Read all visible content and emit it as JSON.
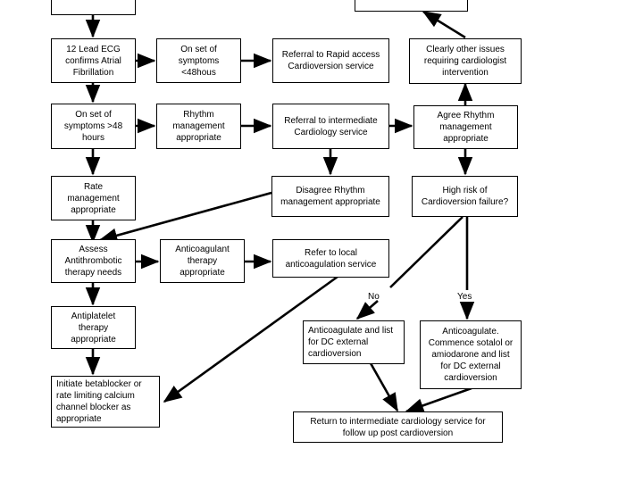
{
  "diagram": {
    "title": "Atrial Fibrillation management pathway flowchart",
    "line_color": "#000000",
    "box_fill": "#ffffff",
    "text_color": "#000000",
    "nodes": [
      {
        "id": "top_left_partial",
        "label": ""
      },
      {
        "id": "top_right_partial",
        "label": ""
      },
      {
        "id": "ecg",
        "label": "12 Lead ECG\nconfirms Atrial\nFibrillation"
      },
      {
        "id": "onset_lt48",
        "label": "On set of\nsymptoms\n<48hous"
      },
      {
        "id": "rapid_access",
        "label": "Referral to Rapid access\nCardioversion service"
      },
      {
        "id": "clearly_other",
        "label": "Clearly other issues\nrequiring cardiologist\nintervention"
      },
      {
        "id": "onset_gt48",
        "label": "On set of\nsymptoms >48\nhours"
      },
      {
        "id": "rhythm_mgmt",
        "label": "Rhythm\nmanagement\nappropriate"
      },
      {
        "id": "intermediate_cardiology",
        "label": "Referral to intermediate\nCardiology service"
      },
      {
        "id": "agree_rhythm",
        "label": "Agree Rhythm\nmanagement\nappropriate"
      },
      {
        "id": "rate_mgmt",
        "label": "Rate\nmanagement\nappropriate"
      },
      {
        "id": "disagree_rhythm",
        "label": "Disagree Rhythm\nmanagement appropriate"
      },
      {
        "id": "high_risk",
        "label": "High risk of\nCardioversion failure?"
      },
      {
        "id": "assess_antithrombotic",
        "label": "Assess\nAntithrombotic\ntherapy needs"
      },
      {
        "id": "anticoagulant_therapy",
        "label": "Anticoagulant\ntherapy\nappropriate"
      },
      {
        "id": "refer_local_anticoag",
        "label": "Refer to local\nanticoagulation service"
      },
      {
        "id": "antiplatelet",
        "label": "Antiplatelet\ntherapy\nappropriate"
      },
      {
        "id": "initiate_betablocker",
        "label": "Initiate betablocker or\nrate limiting calcium\nchannel blocker as\nappropriate"
      },
      {
        "id": "anticoag_list_dc",
        "label": "Anticoagulate and list\nfor DC external\ncardioversion"
      },
      {
        "id": "anticoag_sotalol",
        "label": "Anticoagulate.\nCommence sotalol or\namiodarone and list\nfor DC external\ncardioversion"
      },
      {
        "id": "return_intermediate",
        "label": "Return to intermediate cardiology service for\nfollow up post cardioversion"
      }
    ],
    "edge_labels": [
      {
        "id": "branch_no",
        "label": "No"
      },
      {
        "id": "branch_yes",
        "label": "Yes"
      }
    ]
  }
}
